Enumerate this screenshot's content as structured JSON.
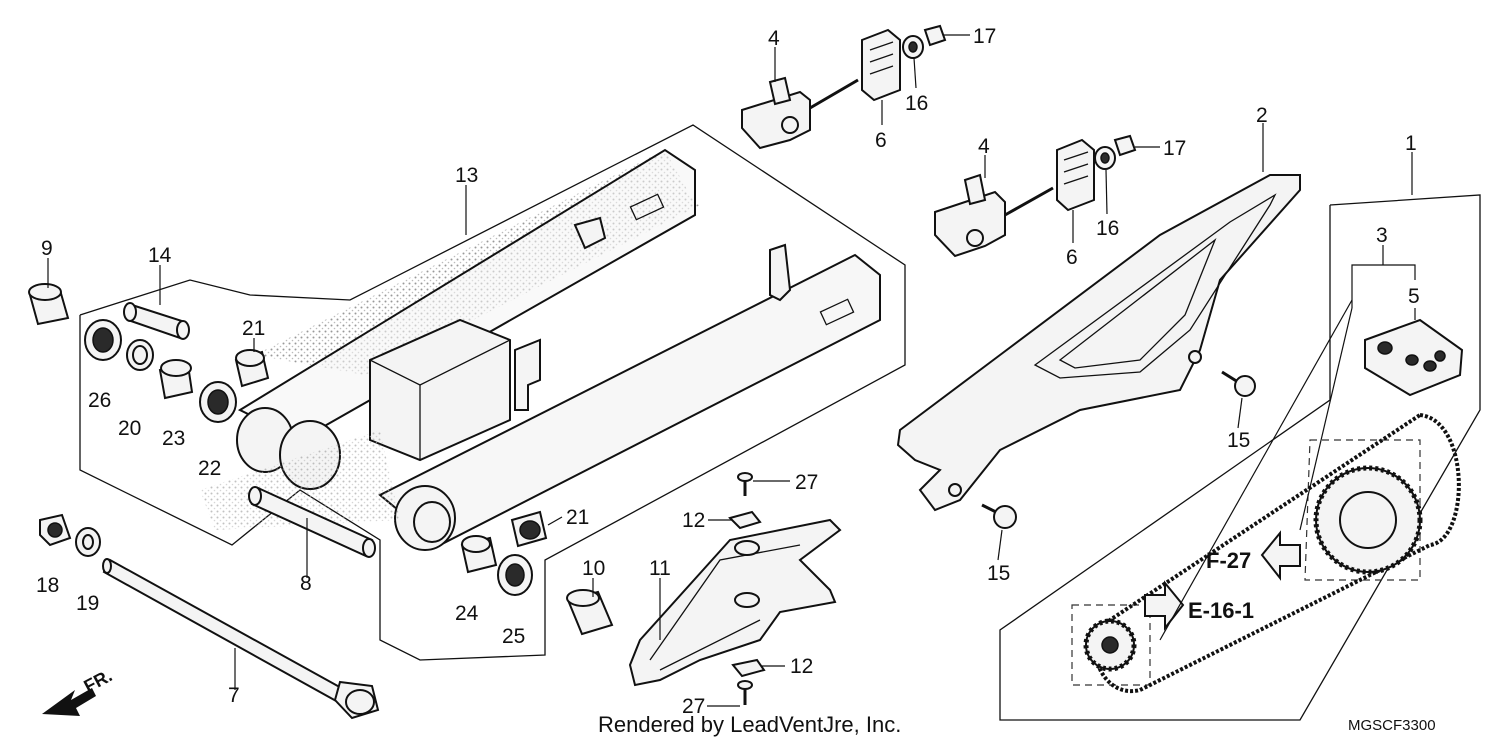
{
  "diagram": {
    "callouts": [
      "1",
      "2",
      "3",
      "4",
      "4",
      "5",
      "6",
      "6",
      "7",
      "8",
      "9",
      "10",
      "11",
      "12",
      "12",
      "13",
      "14",
      "15",
      "15",
      "16",
      "16",
      "17",
      "17",
      "18",
      "19",
      "20",
      "21",
      "21",
      "22",
      "23",
      "24",
      "25",
      "26",
      "27",
      "27"
    ],
    "reference_labels": [
      "F-27",
      "E-16-1"
    ],
    "direction_label": "FR.",
    "credit": "Rendered by LeadVentJre, Inc.",
    "code": "MGSCF3300"
  }
}
